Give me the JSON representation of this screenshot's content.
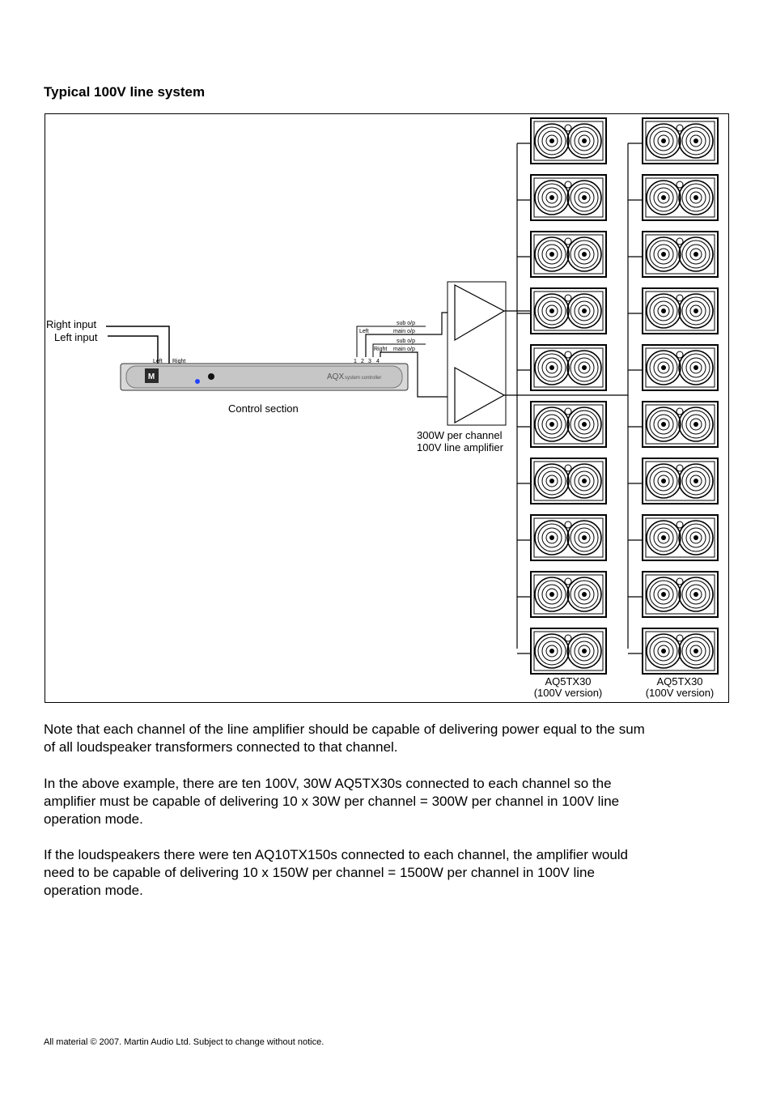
{
  "heading": "Typical 100V line system",
  "diagram": {
    "right_input": "Right input",
    "left_input": "Left input",
    "ctrl_left": "Left",
    "ctrl_right": "Right",
    "ctrl_brand": "AQX",
    "ctrl_brand_sub": "system controller",
    "ctrl_out_left": "Left",
    "ctrl_out_right": "Right",
    "sub_op_1": "sub o/p",
    "main_op_1": "main o/p",
    "sub_op_2": "sub o/p",
    "main_op_2": "main o/p",
    "out_1": "1",
    "out_2": "2",
    "out_3": "3",
    "out_4": "4",
    "control_section": "Control section",
    "amp_line1": "300W per channel",
    "amp_line2": "100V line amplifier",
    "spk_left_model": "AQ5TX30",
    "spk_left_version": "(100V version)",
    "spk_right_model": "AQ5TX30",
    "spk_right_version": "(100V version)"
  },
  "paragraphs": [
    {
      "line1": "Note that each channel of the line amplifier should be capable of delivering power equal to the sum",
      "line2": "of all loudspeaker transformers connected to that channel."
    },
    {
      "line1": "In the above example, there are ten 100V, 30W AQ5TX30s connected to each channel so the",
      "line2": "amplifier must be capable of delivering 10 x 30W per channel = 300W per channel in 100V line",
      "line3": "operation mode."
    },
    {
      "line1": "If the loudspeakers there were ten AQ10TX150s connected to each channel, the amplifier would",
      "line2": "need to be capable of delivering 10 x 150W per channel = 1500W per channel in 100V line",
      "line3": "operation mode."
    }
  ],
  "footer": "All material © 2007. Martin Audio Ltd. Subject to change without notice."
}
